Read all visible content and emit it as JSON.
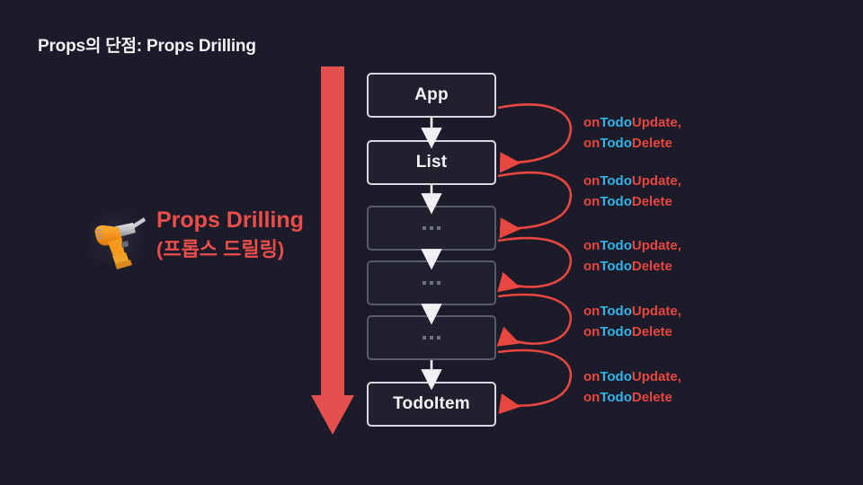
{
  "slide": {
    "title": "Props의 단점: Props Drilling",
    "background_color": "#1c1b29"
  },
  "concept": {
    "icon": "drill-icon",
    "title": "Props Drilling",
    "subtitle": "(프롭스 드릴링)",
    "color": "#eb4d4b"
  },
  "flow_arrow": {
    "name": "downward-flow-arrow",
    "direction": "down",
    "color": "#e4504d"
  },
  "tree": {
    "nodes": [
      {
        "id": "app",
        "label": "App",
        "style": "named"
      },
      {
        "id": "list",
        "label": "List",
        "style": "named"
      },
      {
        "id": "dots1",
        "label": "...",
        "style": "ellipsis"
      },
      {
        "id": "dots2",
        "label": "...",
        "style": "ellipsis"
      },
      {
        "id": "dots3",
        "label": "...",
        "style": "ellipsis"
      },
      {
        "id": "todo",
        "label": "TodoItem",
        "style": "named"
      }
    ],
    "border_color": "#d8d8e0",
    "dim_border_color": "#5a5a6e"
  },
  "props": {
    "callbacks": [
      {
        "prefix": "on",
        "entity": "Todo",
        "action": "Update,"
      },
      {
        "prefix": "on",
        "entity": "Todo",
        "action": "Delete"
      }
    ],
    "labels": [
      {
        "line1": {
          "prefix": "on",
          "entity": "Todo",
          "action": "Update,"
        },
        "line2": {
          "prefix": "on",
          "entity": "Todo",
          "action": "Delete"
        }
      },
      {
        "line1": {
          "prefix": "on",
          "entity": "Todo",
          "action": "Update,"
        },
        "line2": {
          "prefix": "on",
          "entity": "Todo",
          "action": "Delete"
        }
      },
      {
        "line1": {
          "prefix": "on",
          "entity": "Todo",
          "action": "Update,"
        },
        "line2": {
          "prefix": "on",
          "entity": "Todo",
          "action": "Delete"
        }
      },
      {
        "line1": {
          "prefix": "on",
          "entity": "Todo",
          "action": "Update,"
        },
        "line2": {
          "prefix": "on",
          "entity": "Todo",
          "action": "Delete"
        }
      },
      {
        "line1": {
          "prefix": "on",
          "entity": "Todo",
          "action": "Update,"
        },
        "line2": {
          "prefix": "on",
          "entity": "Todo",
          "action": "Delete"
        }
      }
    ],
    "prefix_color": "#e8473f",
    "entity_color": "#33b4e8",
    "action_color": "#e8473f"
  }
}
